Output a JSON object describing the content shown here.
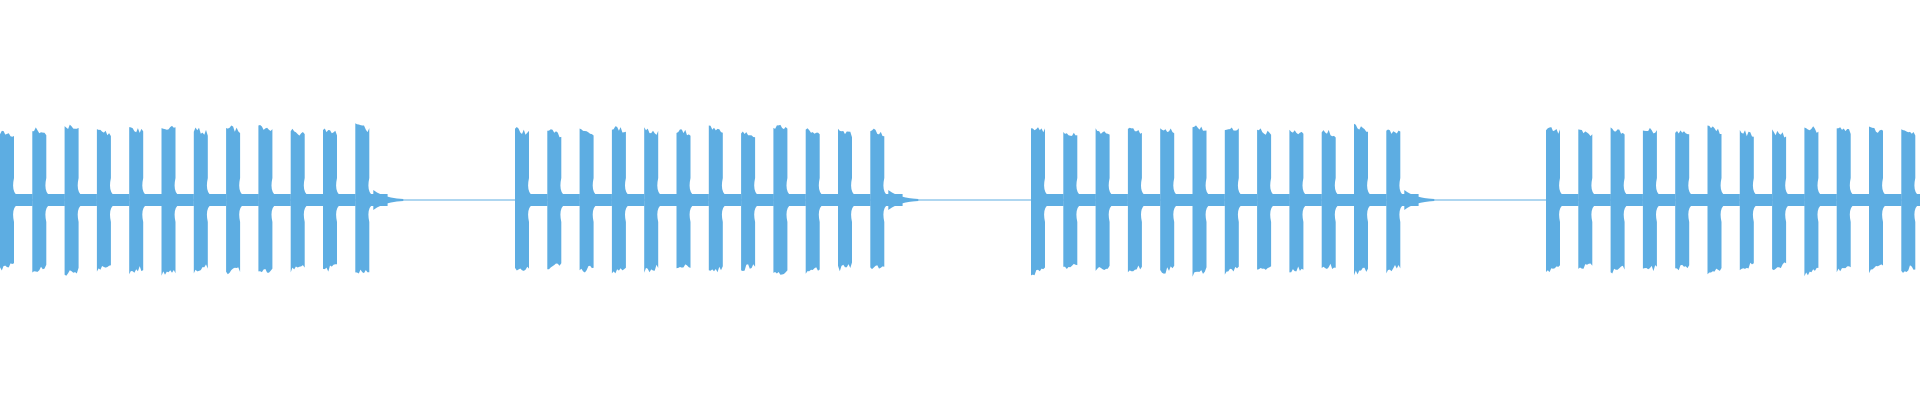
{
  "waveform": {
    "color": "#5dade2",
    "background": "#ffffff",
    "groups": 4,
    "bursts_per_group": [
      12,
      12,
      12,
      12
    ],
    "peak_amplitude": 0.83,
    "baseline_level": 0.01
  }
}
